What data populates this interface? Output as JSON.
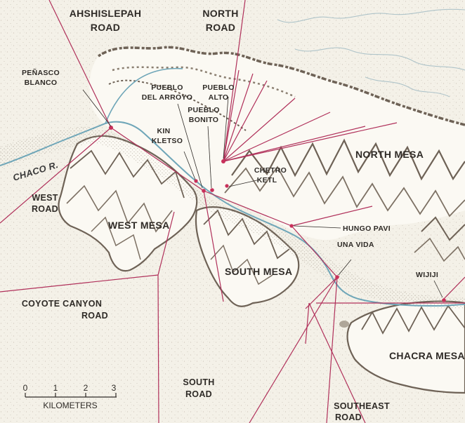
{
  "colors": {
    "paper": "#f4f1e8",
    "road": "#b0305a",
    "site": "#c8305a",
    "river": "#6fa6b8",
    "mesa_shade": "#6e6256",
    "mesa_fill": "#fbf9f3",
    "stipple": "#b8b1a3",
    "text": "#2f2b27"
  },
  "roads": {
    "ahshislepah": "AHSHISLEPAH ROAD",
    "ahshislepah_line1": "AHSHISLEPAH",
    "ahshislepah_line2": "ROAD",
    "north": "NORTH ROAD",
    "north_line1": "NORTH",
    "north_line2": "ROAD",
    "west_line1": "WEST",
    "west_line2": "ROAD",
    "coyote_line1": "COYOTE CANYON",
    "coyote_line2": "ROAD",
    "south_line1": "SOUTH",
    "south_line2": "ROAD",
    "southeast_line1": "SOUTHEAST",
    "southeast_line2": "ROAD"
  },
  "sites": {
    "penasco_line1": "PEÑASCO",
    "penasco_line2": "BLANCO",
    "pueblo_alto_line1": "PUEBLO",
    "pueblo_alto_line2": "ALTO",
    "pueblo_del_arroyo_line1": "PUEBLO",
    "pueblo_del_arroyo_line2": "DEL ARROYO",
    "pueblo_bonito_line1": "PUEBLO",
    "pueblo_bonito_line2": "BONITO",
    "kin_kletso_line1": "KIN",
    "kin_kletso_line2": "KLETSO",
    "chetro_ketl_line1": "CHETRO",
    "chetro_ketl_line2": "KETL",
    "hungo_pavi": "HUNGO PAVI",
    "una_vida": "UNA VIDA",
    "wijiji": "WIJIJI"
  },
  "mesas": {
    "north": "NORTH MESA",
    "west": "WEST MESA",
    "south": "SOUTH MESA",
    "chacra": "CHACRA MESA"
  },
  "river": {
    "name": "CHACO R."
  },
  "scale": {
    "ticks": [
      "0",
      "1",
      "2",
      "3"
    ],
    "unit": "KILOMETERS"
  }
}
